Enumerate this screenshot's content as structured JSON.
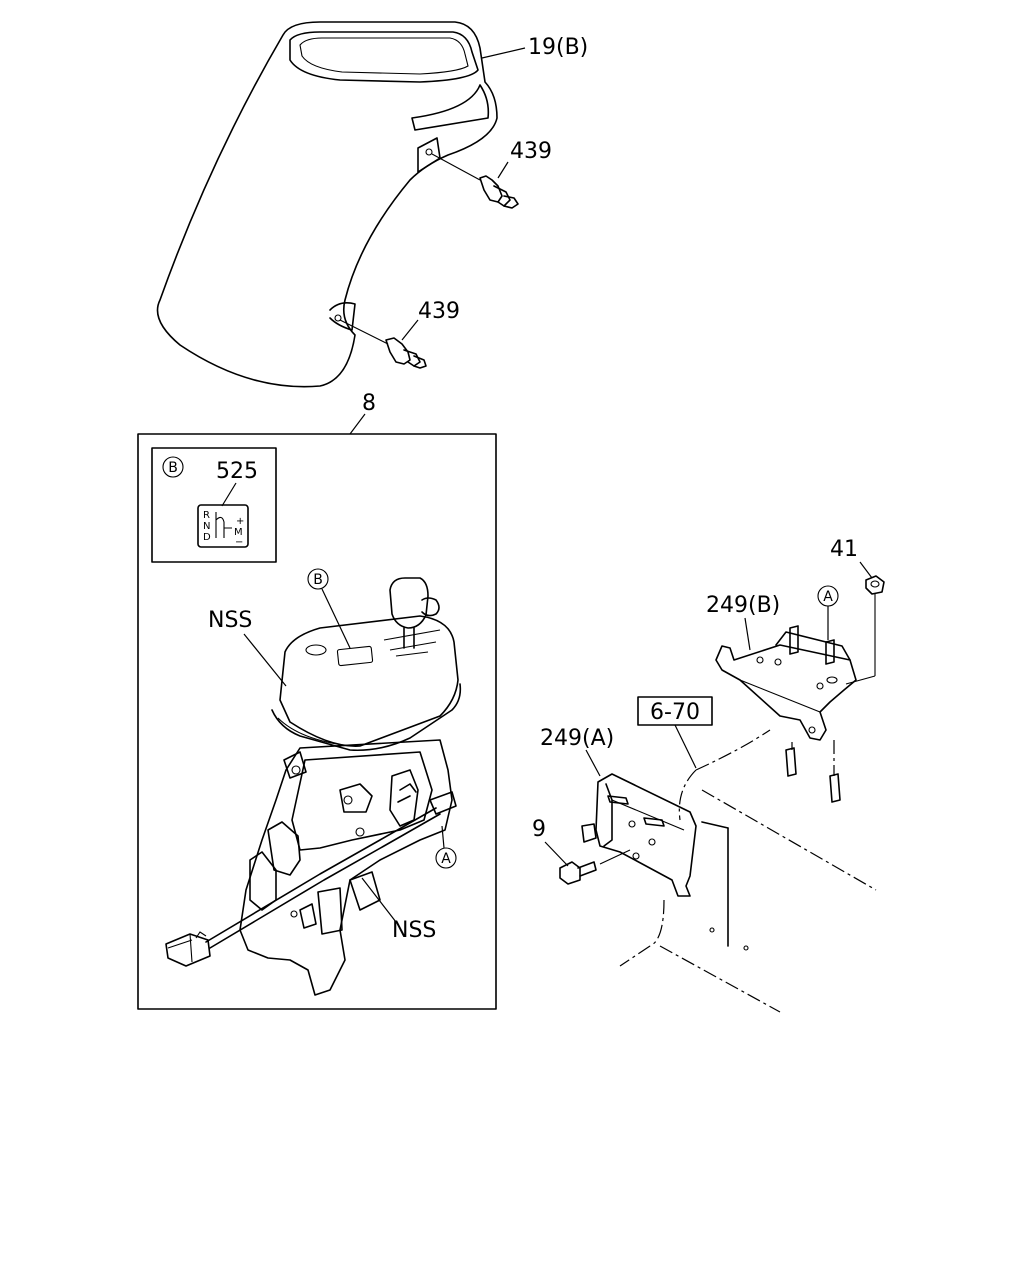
{
  "callouts": {
    "cover": "19(B)",
    "clip_upper": "439",
    "clip_lower": "439",
    "assembly": "8",
    "label_part": "525",
    "nss_upper": "NSS",
    "nss_lower": "NSS",
    "nut": "41",
    "bracket_b": "249(B)",
    "ref": "6-70",
    "bracket_a": "249(A)",
    "bolt": "9"
  },
  "markers": {
    "b_inset": "B",
    "b_shifter": "B",
    "a_shifter": "A",
    "a_bracket": "A"
  },
  "shift_pattern": {
    "r": "R",
    "n": "N",
    "d": "D",
    "plus": "+",
    "m": "M",
    "minus": "−"
  }
}
